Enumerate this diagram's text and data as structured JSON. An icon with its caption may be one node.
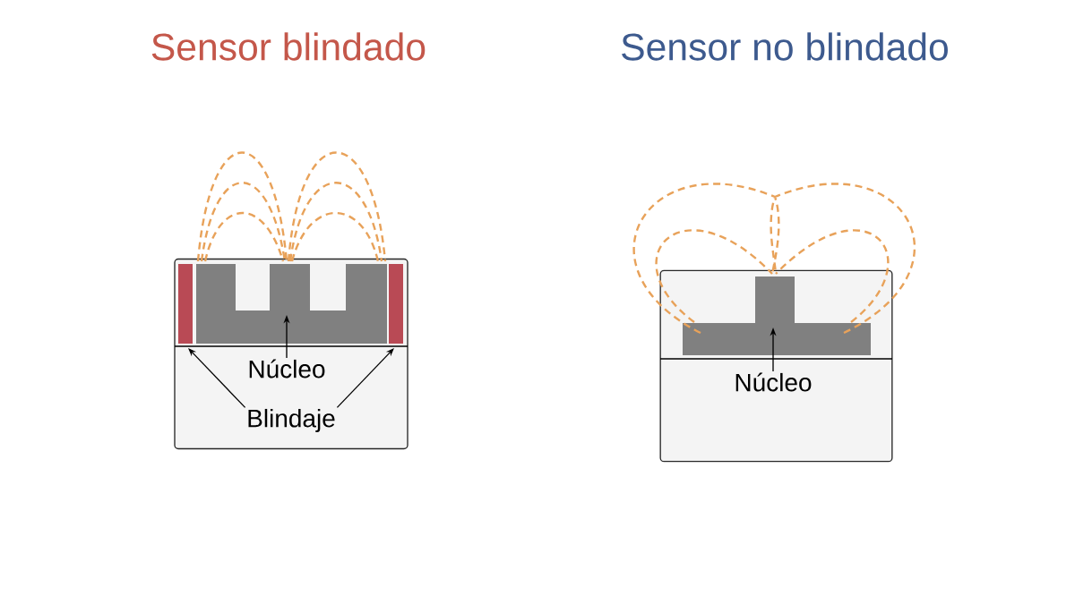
{
  "diagram": {
    "nodes": [
      {
        "text": [],
        "shape": "box"
      },
      {
        "text": [],
        "shape": "box",
        "in": 0
      },
      {
        "text": [],
        "shape": "bar",
        "in": 0
      },
      {
        "text": [],
        "shape": "bar",
        "in": 0
      },
      {
        "text": [
          "Núcleo"
        ],
        "in": 0
      },
      {
        "text": [
          "Blindaje"
        ],
        "in": 0
      },
      {
        "text": [],
        "shape": "box"
      },
      {
        "text": [],
        "shape": "box",
        "in": 6
      },
      {
        "text": [
          "Núcleo"
        ],
        "in": 6
      }
    ],
    "edges": [
      {
        "from": 4,
        "to": 1,
        "arrow": "to"
      },
      {
        "from": 5,
        "to": 2,
        "arrow": "to"
      },
      {
        "from": 5,
        "to": 3,
        "arrow": "to"
      },
      {
        "from": 8,
        "to": 7,
        "arrow": "to"
      }
    ],
    "labels": [
      "Sensor blindado",
      "Sensor no blindado"
    ]
  }
}
